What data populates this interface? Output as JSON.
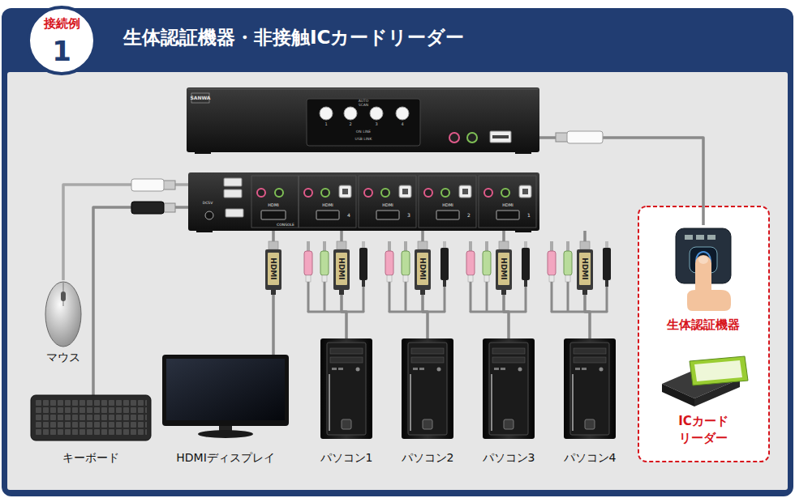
{
  "diagram": {
    "title": "生体認証機器・非接触ICカードリーダー",
    "nodes": [
      {
        "text": [
          "接続例",
          "1"
        ]
      },
      {
        "text": [
          "SANWA",
          "AUTO SCAN",
          "1",
          "2",
          "3",
          "4",
          "ON LINE",
          "USB LINK"
        ]
      },
      {
        "text": [
          "DC5V",
          "HDMI",
          "CONSOLE",
          "HDMI",
          "4",
          "HDMI",
          "3",
          "HDMI",
          "2",
          "HDMI",
          "1"
        ]
      },
      {
        "text": [
          "マウス"
        ]
      },
      {
        "text": [
          "キーボード"
        ]
      },
      {
        "text": [
          "HDMIディスプレイ"
        ]
      },
      {
        "text": [
          "パソコン1"
        ]
      },
      {
        "text": [
          "パソコン2"
        ]
      },
      {
        "text": [
          "パソコン3"
        ]
      },
      {
        "text": [
          "パソコン4"
        ]
      },
      {
        "text": [
          "生体認証機器"
        ]
      },
      {
        "text": [
          "ICカード リーダー"
        ]
      }
    ],
    "edges": [
      {
        "from": 2,
        "to": 3,
        "arrow": "none"
      },
      {
        "from": 2,
        "to": 4,
        "arrow": "none"
      },
      {
        "from": 2,
        "to": 5,
        "arrow": "none"
      },
      {
        "from": 2,
        "to": 6,
        "arrow": "none"
      },
      {
        "from": 2,
        "to": 7,
        "arrow": "none"
      },
      {
        "from": 2,
        "to": 8,
        "arrow": "none"
      },
      {
        "from": 2,
        "to": 9,
        "arrow": "none"
      },
      {
        "from": 1,
        "to": 10,
        "arrow": "none"
      }
    ],
    "labels": [
      "HDMI",
      "HDMI",
      "HDMI",
      "HDMI",
      "HDMI"
    ]
  }
}
